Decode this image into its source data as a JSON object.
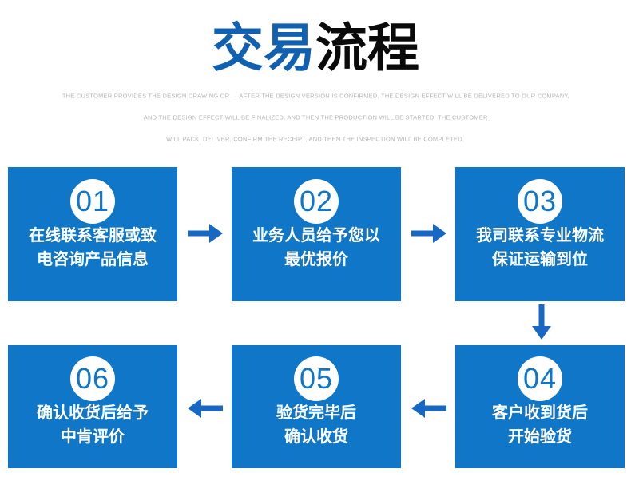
{
  "title": {
    "highlight": "交易",
    "rest": "流程"
  },
  "subtitle_lines": [
    "THE CUSTOMER PROVIDES THE DESIGN DRAWING OR → AFTER THE DESIGN VERSION IS CONFIRMED, THE DESIGN EFFECT WILL BE DELIVERED TO OUR COMPANY,",
    "AND THE DESIGN EFFECT WILL BE FINALIZED, AND THEN THE PRODUCTION WILL BE STARTED. THE CUSTOMER",
    "WILL PACK, DELIVER, CONFIRM THE RECEIPT, AND THEN THE INSPECTION WILL BE COMPLETED."
  ],
  "steps": [
    {
      "number": "01",
      "line1": "在线联系客服或致",
      "line2": "电咨询产品信息"
    },
    {
      "number": "02",
      "line1": "业务人员给予您以",
      "line2": "最优报价"
    },
    {
      "number": "03",
      "line1": "我司联系专业物流",
      "line2": "保证运输到位"
    },
    {
      "number": "04",
      "line1": "客户收到货后",
      "line2": "开始验货"
    },
    {
      "number": "05",
      "line1": "验货完毕后",
      "line2": "确认收货"
    },
    {
      "number": "06",
      "line1": "确认收货后给予",
      "line2": "中肯评价"
    }
  ],
  "colors": {
    "title_blue": "#1161b2",
    "title_black": "#0a0a0a",
    "box_blue": "#0f76c8",
    "arrow_blue": "#1767c5",
    "subtitle_gray": "#b5b5b5",
    "number_blue": "#0f76c8"
  }
}
